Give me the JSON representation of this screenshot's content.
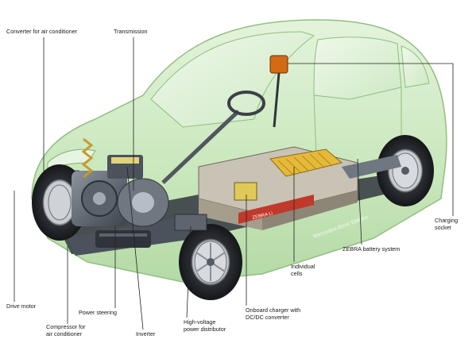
{
  "labels": {
    "converter_ac": "Converter for air conditioner",
    "transmission": "Transmission",
    "charging_socket": "Charging\nsocket",
    "zebra": "ZEBRA battery system",
    "individual_cells": "Individual\ncells",
    "onboard_charger": "Onboard charger with\nDC/DC converter",
    "hv_distributor": "High-voltage\npower distributor",
    "inverter": "Inverter",
    "power_steering": "Power steering",
    "compressor": "Compressor for\nair conditioner",
    "drive_motor": "Drive motor"
  },
  "vehicle_badges": {
    "side_script": "Mercedes-Benz Elektro",
    "battery_tag": "ZEBRA Li"
  },
  "colors": {
    "body_tint": "#bfe3b0",
    "body_edge": "#7fb36a",
    "chassis": "#3a3f46",
    "battery_tray": "#c9c3b5",
    "battery_stripe": "#c0392b",
    "cells": "#e5b93a",
    "leader": "#222222"
  }
}
